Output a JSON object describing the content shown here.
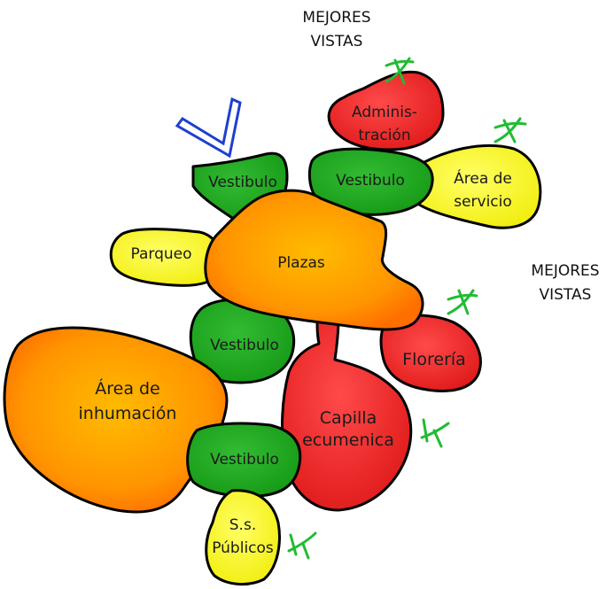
{
  "views": {
    "top": [
      "MEJORES",
      "VISTAS"
    ],
    "right": [
      "MEJORES",
      "VISTAS"
    ]
  },
  "zones": {
    "administracion": [
      "Adminis-",
      "tración"
    ],
    "vestibulo_top_left": "Vestibulo",
    "vestibulo_top_center": "Vestibulo",
    "area_servicio": [
      "Área de",
      "servicio"
    ],
    "parqueo": "Parqueo",
    "plazas": "Plazas",
    "vestibulo_middle": "Vestibulo",
    "floreria": "Florería",
    "area_inhumacion": [
      "Área de",
      "inhumación"
    ],
    "capilla": [
      "Capilla",
      "ecumenica"
    ],
    "vestibulo_bottom": "Vestibulo",
    "ss_publicos": [
      "S.s.",
      "Públicos"
    ]
  },
  "colors": {
    "red": "#ee2b2b",
    "green": "#22aa22",
    "yellow": "#ffff33",
    "orange_core": "#ffa500",
    "orange_edge": "#ff7a00",
    "wind_marker": "#22bb33",
    "view_arrow": "#1f3fcf"
  },
  "icons": [
    "wind-marker-icon",
    "view-direction-arrow-icon"
  ]
}
